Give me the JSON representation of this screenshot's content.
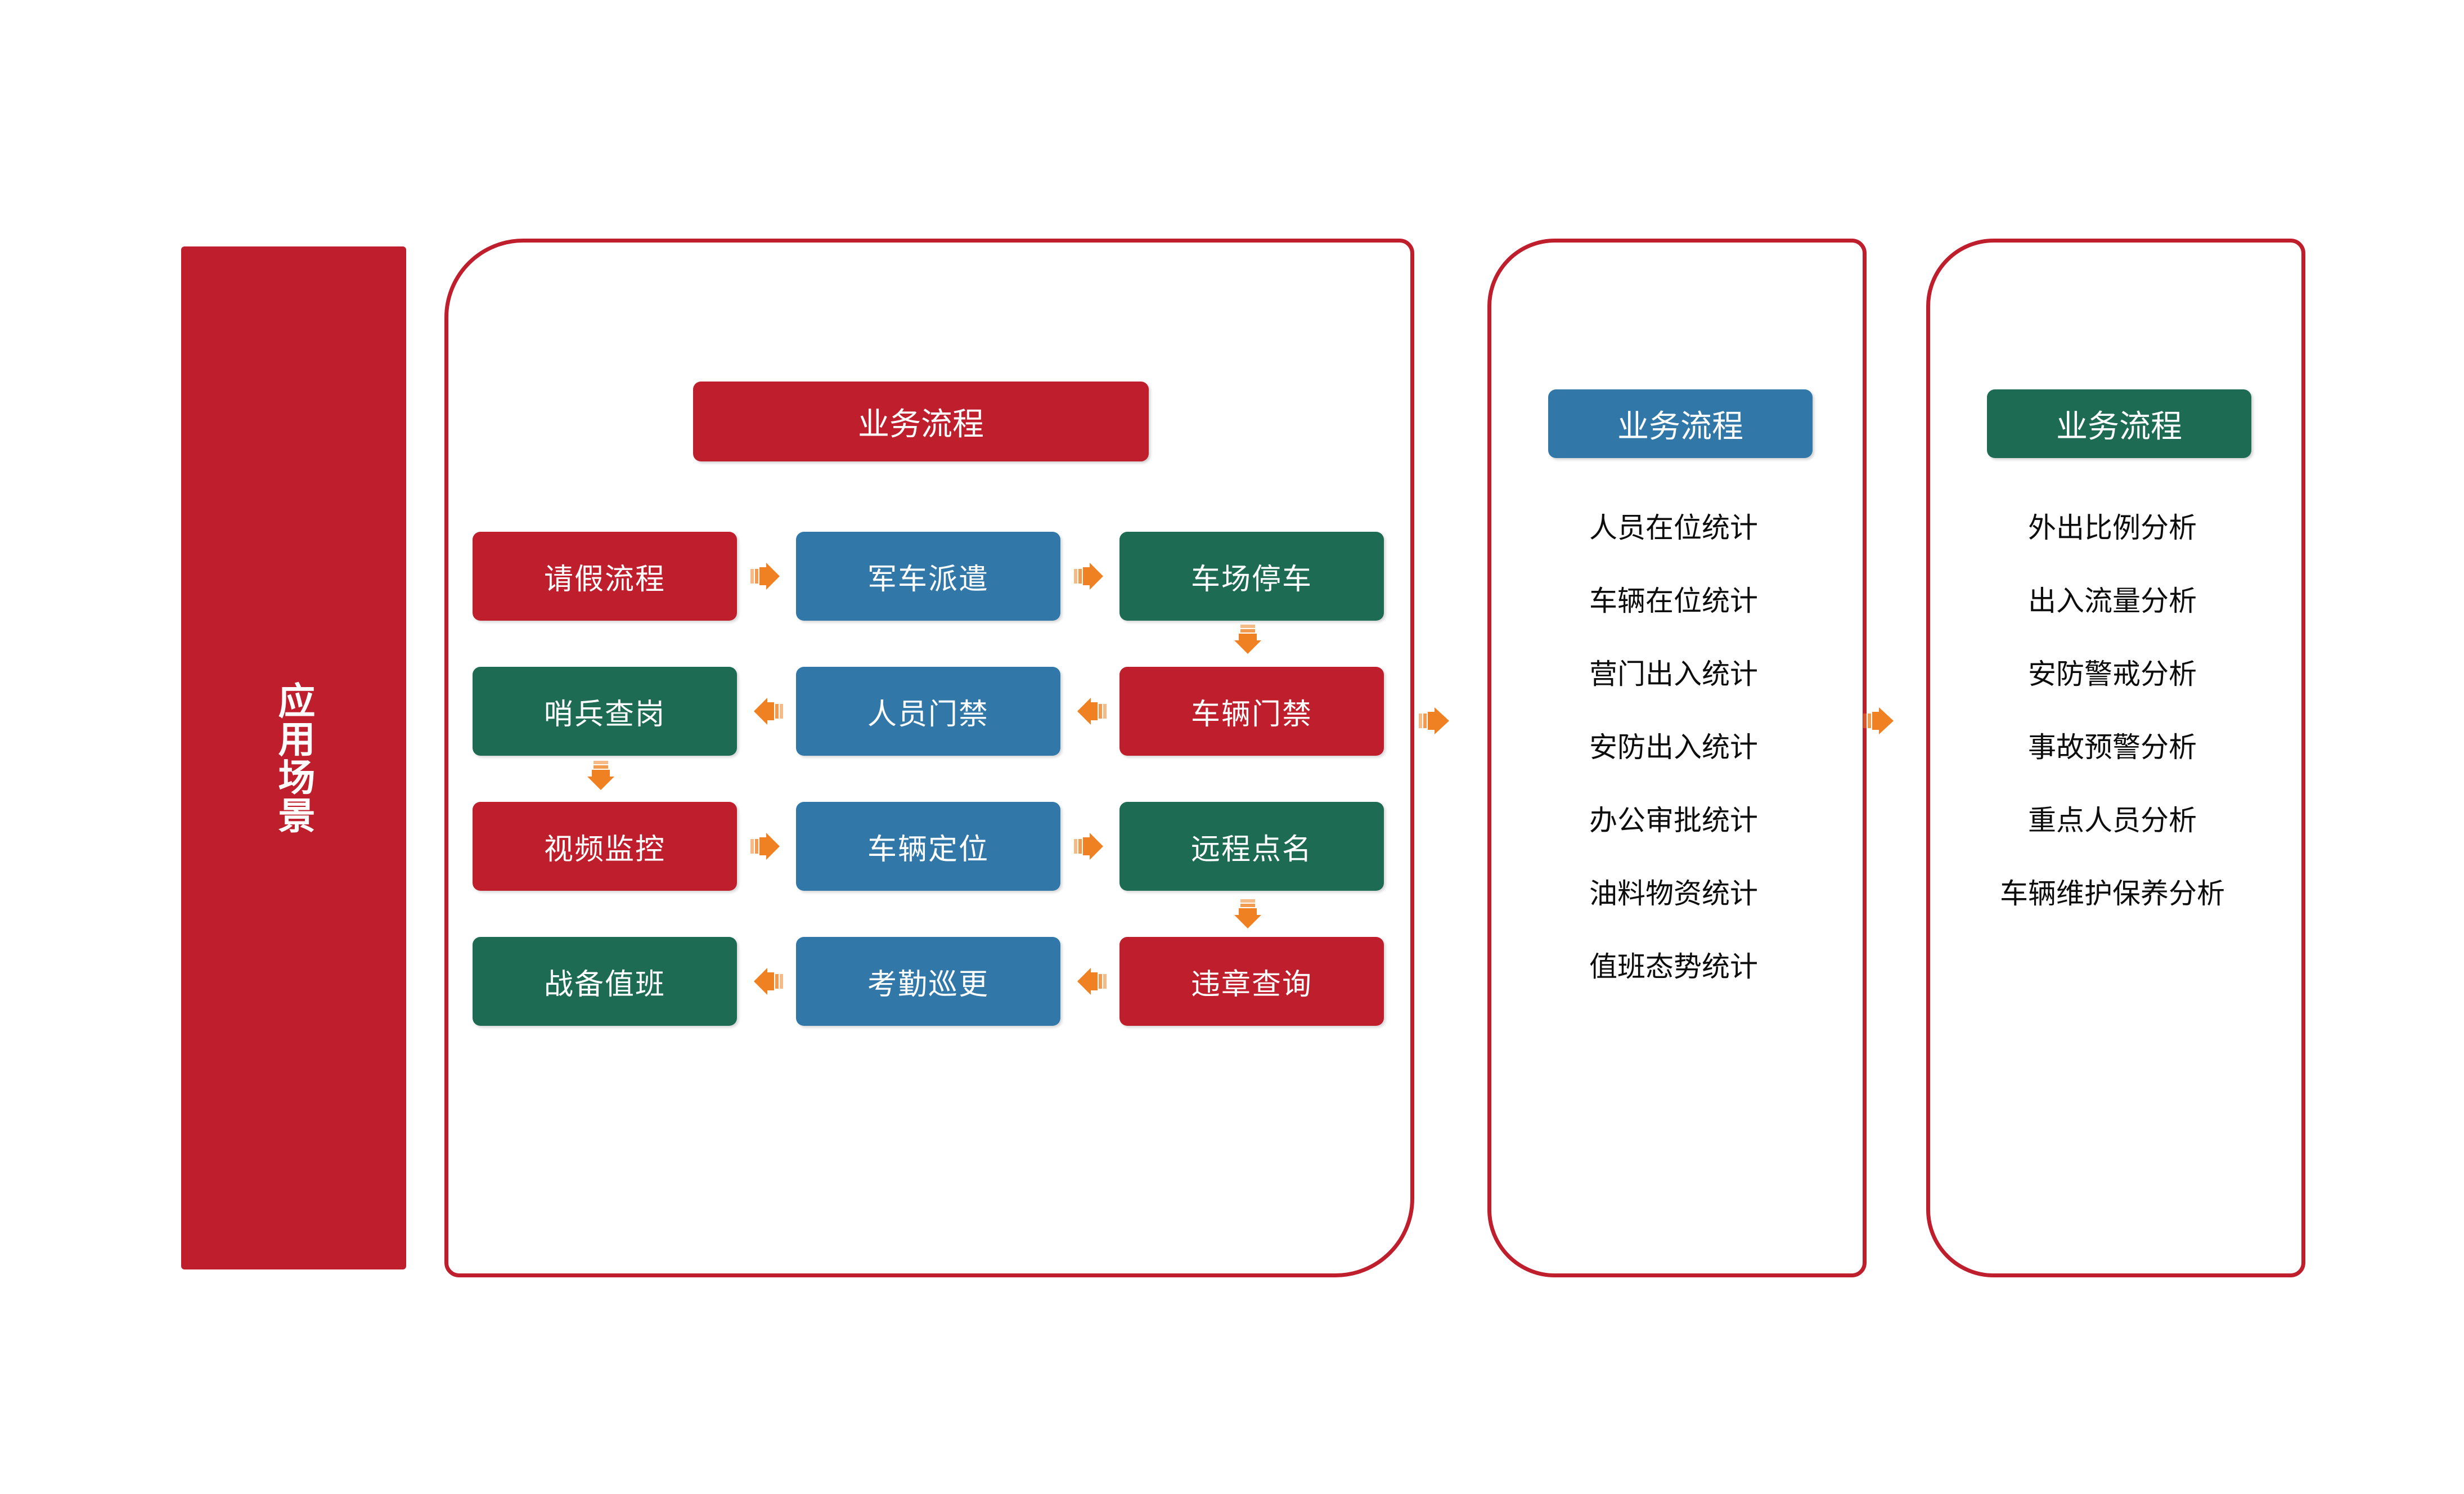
{
  "colors": {
    "red": "#bf1e2d",
    "blue": "#3178a8",
    "green": "#1d6b52",
    "arrow_orange": "#ef8122",
    "panel_border": "#bf1e2d",
    "text_dark": "#0d0d0d",
    "background": "#ffffff"
  },
  "side_bar": {
    "label": "应用场景"
  },
  "panels": {
    "flow": {
      "header": "业务流程",
      "header_color": "#bf1e2d",
      "rows": [
        {
          "cells": [
            {
              "label": "请假流程",
              "color": "red"
            },
            {
              "label": "军车派遣",
              "color": "blue"
            },
            {
              "label": "车场停车",
              "color": "green"
            }
          ],
          "connectors": [
            "arrow-right-icon",
            "arrow-right-icon"
          ]
        },
        {
          "cells": [
            {
              "label": "哨兵查岗",
              "color": "green"
            },
            {
              "label": "人员门禁",
              "color": "blue"
            },
            {
              "label": "车辆门禁",
              "color": "red"
            }
          ],
          "connectors": [
            "arrow-left-icon",
            "arrow-left-icon"
          ]
        },
        {
          "cells": [
            {
              "label": "视频监控",
              "color": "red"
            },
            {
              "label": "车辆定位",
              "color": "blue"
            },
            {
              "label": "远程点名",
              "color": "green"
            }
          ],
          "connectors": [
            "arrow-right-icon",
            "arrow-right-icon"
          ]
        },
        {
          "cells": [
            {
              "label": "战备值班",
              "color": "green"
            },
            {
              "label": "考勤巡更",
              "color": "blue"
            },
            {
              "label": "违章查询",
              "color": "red"
            }
          ],
          "connectors": [
            "arrow-left-icon",
            "arrow-left-icon"
          ]
        }
      ],
      "vertical_connectors": [
        {
          "name": "arrow-down-icon",
          "from_row": 1,
          "to_row": 2,
          "column": "right"
        },
        {
          "name": "arrow-down-icon",
          "from_row": 2,
          "to_row": 3,
          "column": "left"
        },
        {
          "name": "arrow-down-icon",
          "from_row": 3,
          "to_row": 4,
          "column": "right"
        }
      ]
    },
    "statistics": {
      "header": "业务流程",
      "header_color": "#3178a8",
      "items": [
        "人员在位统计",
        "车辆在位统计",
        "营门出入统计",
        "安防出入统计",
        "办公审批统计",
        "油料物资统计",
        "值班态势统计"
      ]
    },
    "analysis": {
      "header": "业务流程",
      "header_color": "#1d6b52",
      "items": [
        "外出比例分析",
        "出入流量分析",
        "安防警戒分析",
        "事故预警分析",
        "重点人员分析",
        "车辆维护保养分析"
      ]
    }
  },
  "panel_links": [
    {
      "name": "arrow-right-icon",
      "from": "flow",
      "to": "statistics"
    },
    {
      "name": "arrow-right-icon",
      "from": "statistics",
      "to": "analysis"
    }
  ]
}
